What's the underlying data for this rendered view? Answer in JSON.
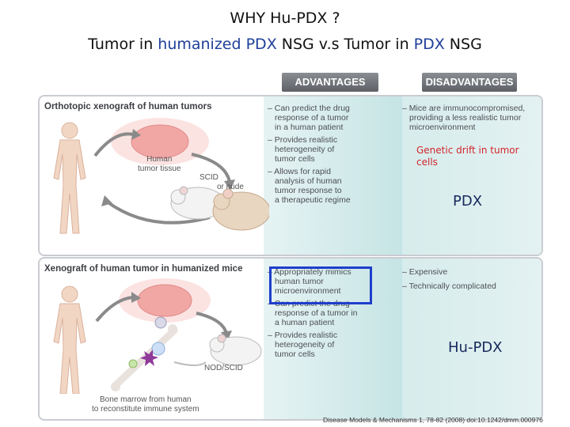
{
  "title": {
    "line1": "WHY Hu-PDX ?",
    "line2_a": "Tumor in ",
    "line2_b": "humanized PDX",
    "line2_c": " NSG v.s Tumor in ",
    "line2_d": "PDX",
    "line2_e": " NSG"
  },
  "headers": {
    "advantages": "ADVANTAGES",
    "disadvantages": "DISADVANTAGES"
  },
  "panel1": {
    "title": "Orthotopic xenograft of human tumors",
    "tissue_label_1": "Human",
    "tissue_label_2": "tumor tissue",
    "mouse_label_1": "SCID",
    "mouse_label_2": "or nude",
    "advantages": [
      [
        "– Can predict the drug",
        "response of a tumor",
        "in a human patient"
      ],
      [
        "– Provides realistic",
        "heterogeneity of",
        "tumor cells"
      ],
      [
        "– Allows for rapid",
        "analysis of human",
        "tumor response to",
        "a therapeutic regime"
      ]
    ],
    "disadvantages": [
      [
        "– Mice are immunocompromised,",
        "providing a less realistic tumor",
        "microenvironment"
      ]
    ],
    "annotation_line1": "Genetic drift in tumor",
    "annotation_line2": "cells",
    "model_label": "PDX"
  },
  "panel2": {
    "title": "Xenograft of human tumor in humanized mice",
    "mouse_label": "NOD/SCID",
    "marrow_label_1": "Bone marrow from human",
    "marrow_label_2": "to reconstitute immune system",
    "advantages": [
      [
        "– Appropriately mimics",
        "human tumor",
        "microenvironment"
      ],
      [
        "– Can predict the drug",
        "response of a tumor in",
        "a human patient"
      ],
      [
        "– Provides realistic",
        "heterogeneity of",
        "tumor cells"
      ]
    ],
    "disadvantages": [
      [
        "– Expensive"
      ],
      [
        "– Technically complicated"
      ]
    ],
    "model_label": "Hu-PDX"
  },
  "citation": "Disease Models & Mechanisms 1, 78-82 (2008) doi:10.1242/dmm.000976",
  "colors": {
    "title_blue": "#1f3f9a",
    "annotation_red": "#d3262c",
    "highlight_blue": "#1e3ecb",
    "tumor_pink": "#f1a7a4"
  }
}
